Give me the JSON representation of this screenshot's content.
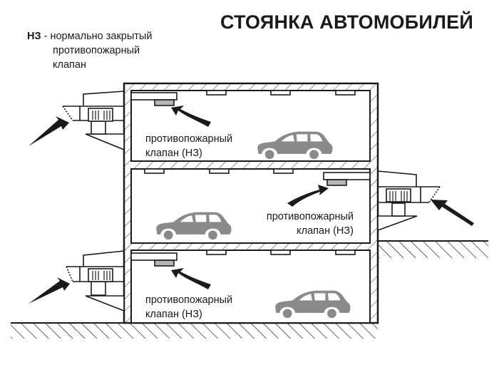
{
  "title": "СТОЯНКА АВТОМОБИЛЕЙ",
  "legend": {
    "abbreviation": "НЗ",
    "separator": "-",
    "definition_lines": [
      "нормально закрытый",
      "противопожарный",
      "клапан"
    ]
  },
  "floors": [
    {
      "level": "upper",
      "valve_label_line1": "противопожарный",
      "valve_label_line2": "клапан (НЗ)",
      "valve_side": "left",
      "car_icon": "car-icon",
      "exhaust_fan_side": "left"
    },
    {
      "level": "middle",
      "valve_label_line1": "противопожарный",
      "valve_label_line2": "клапан (НЗ)",
      "valve_side": "right",
      "car_icon": "car-icon",
      "exhaust_fan_side": "right"
    },
    {
      "level": "lower",
      "valve_label_line1": "противопожарный",
      "valve_label_line2": "клапан (НЗ)",
      "valve_side": "left",
      "car_icon": "car-icon",
      "exhaust_fan_side": "left"
    }
  ],
  "colors": {
    "line": "#1a1a1a",
    "car": "#8a8a8a",
    "valve": "#b5b5b5",
    "background": "#ffffff"
  }
}
